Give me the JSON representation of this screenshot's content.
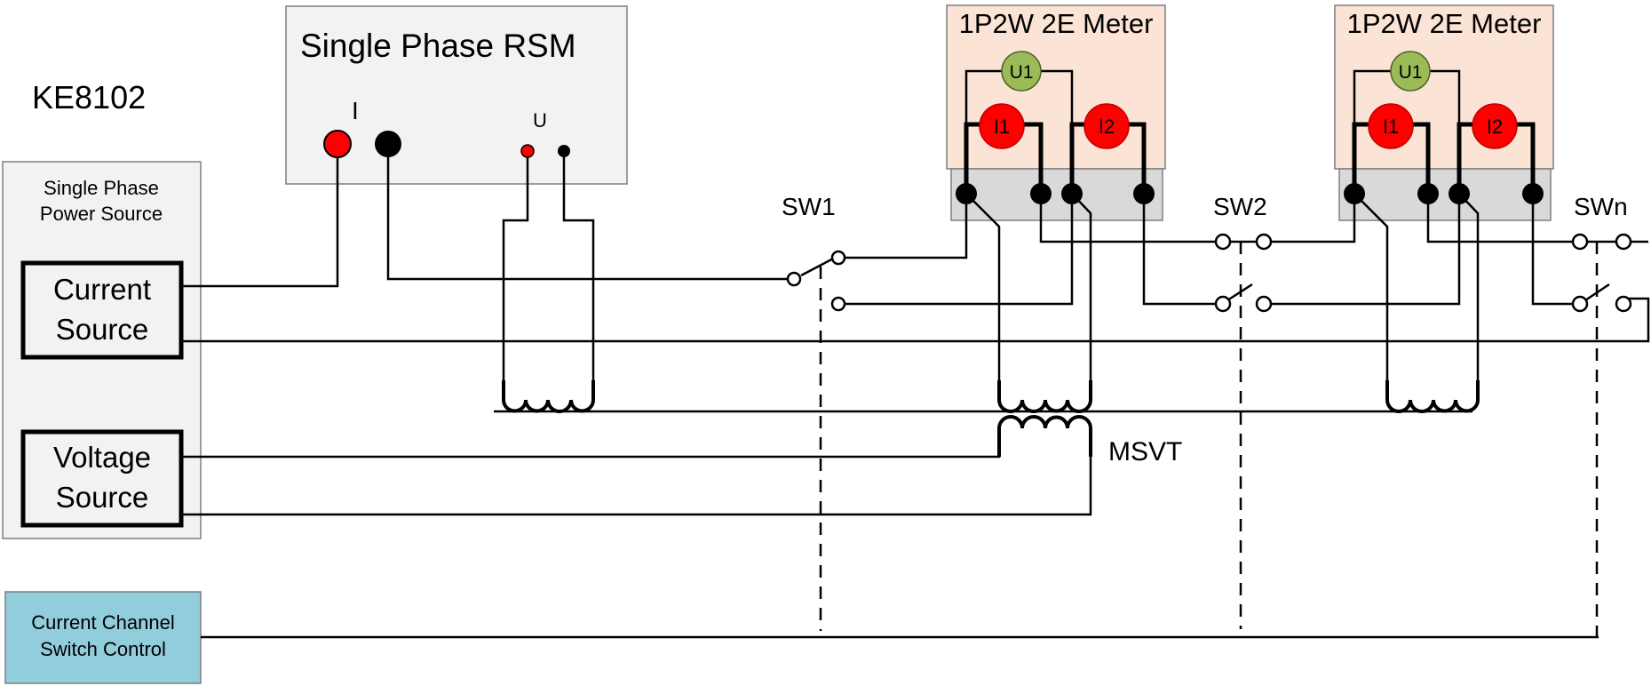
{
  "device": {
    "name": "KE8102"
  },
  "rsm": {
    "title": "Single Phase RSM",
    "current_label": "I",
    "voltage_label": "U"
  },
  "power_source": {
    "title_line1": "Single Phase",
    "title_line2": "Power Source",
    "current_line1": "Current",
    "current_line2": "Source",
    "voltage_line1": "Voltage",
    "voltage_line2": "Source"
  },
  "control": {
    "line1": "Current Channel",
    "line2": "Switch Control"
  },
  "meters": [
    {
      "title": "1P2W 2E Meter",
      "u": "U1",
      "i1": "I1",
      "i2": "I2"
    },
    {
      "title": "1P2W 2E Meter",
      "u": "U1",
      "i1": "I1",
      "i2": "I2"
    }
  ],
  "switches": [
    "SW1",
    "SW2",
    "SWn"
  ],
  "transformer": {
    "label": "MSVT"
  },
  "colors": {
    "terminal_red": "#ff0000",
    "u_circle": "#9bbb59",
    "meter_bg": "#fbe4d5",
    "terminal_block": "#d9d9d9",
    "panel_gray": "#f2f2f2",
    "control_blue": "#92cddc"
  }
}
